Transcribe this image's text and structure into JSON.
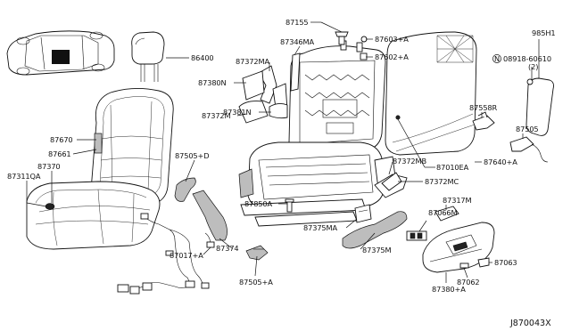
{
  "diagram_id": "J870043X",
  "labels": {
    "l86400": "86400",
    "l87155": "87155",
    "l87346MA": "87346MA",
    "l87603A": "87603+A",
    "l87602A": "87602+A",
    "l985H1": "985H1",
    "l08918": "08918-60610",
    "l08918qty": "(2)",
    "l87372MA": "87372MA",
    "l87380N": "87380N",
    "l87372M": "87372M",
    "l87381N": "87381N",
    "l87558R": "87558R",
    "l87670": "87670",
    "l87661": "87661",
    "l87505D": "87505+D",
    "l87370": "87370",
    "l87311QA": "87311QA",
    "l87505": "87505",
    "l87010EA": "87010EA",
    "l87640A": "87640+A",
    "l87372MB": "87372MB",
    "l87372MC": "87372MC",
    "l87850A": "87850A",
    "l87317M": "87317M",
    "l87066M": "87066M",
    "l87375MA": "87375MA",
    "l87374": "87374",
    "l87375M": "87375M",
    "l87017A": "87017+A",
    "l87505A": "87505+A",
    "l87063": "87063",
    "l87062": "87062",
    "l87380A": "87380+A"
  },
  "symbols": {
    "n_circle": "N"
  }
}
